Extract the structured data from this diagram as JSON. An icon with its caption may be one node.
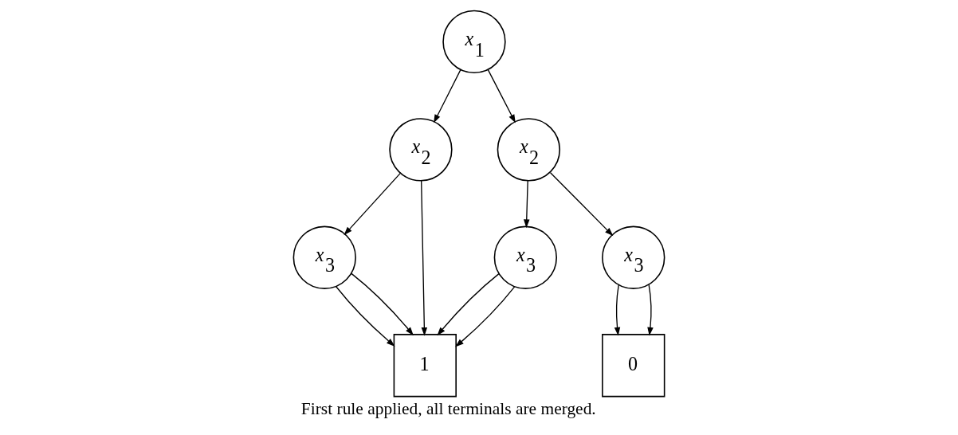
{
  "diagram": {
    "caption": "First rule applied, all terminals are merged.",
    "nodes": [
      {
        "text": [
          "x$_{1}$"
        ]
      },
      {
        "text": [
          "x$_{2}$"
        ]
      },
      {
        "text": [
          "x$_{2}$"
        ]
      },
      {
        "text": [
          "x$_{3}$"
        ]
      },
      {
        "text": [
          "x$_{3}$"
        ]
      },
      {
        "text": [
          "x$_{3}$"
        ]
      },
      {
        "text": [
          "1"
        ]
      },
      {
        "text": [
          "0"
        ]
      }
    ],
    "edges": [
      {
        "from": 0,
        "to": 1,
        "arrow": "to"
      },
      {
        "from": 0,
        "to": 2,
        "arrow": "to"
      },
      {
        "from": 1,
        "to": 3,
        "arrow": "to"
      },
      {
        "from": 1,
        "to": 6,
        "arrow": "to"
      },
      {
        "from": 3,
        "to": 6,
        "arrow": "to"
      },
      {
        "from": 3,
        "to": 6,
        "arrow": "to"
      },
      {
        "from": 2,
        "to": 4,
        "arrow": "to"
      },
      {
        "from": 2,
        "to": 5,
        "arrow": "to"
      },
      {
        "from": 4,
        "to": 7,
        "arrow": "to"
      },
      {
        "from": 4,
        "to": 7,
        "arrow": "to"
      },
      {
        "from": 5,
        "to": 6,
        "arrow": "to"
      },
      {
        "from": 5,
        "to": 6,
        "arrow": "to"
      }
    ]
  }
}
